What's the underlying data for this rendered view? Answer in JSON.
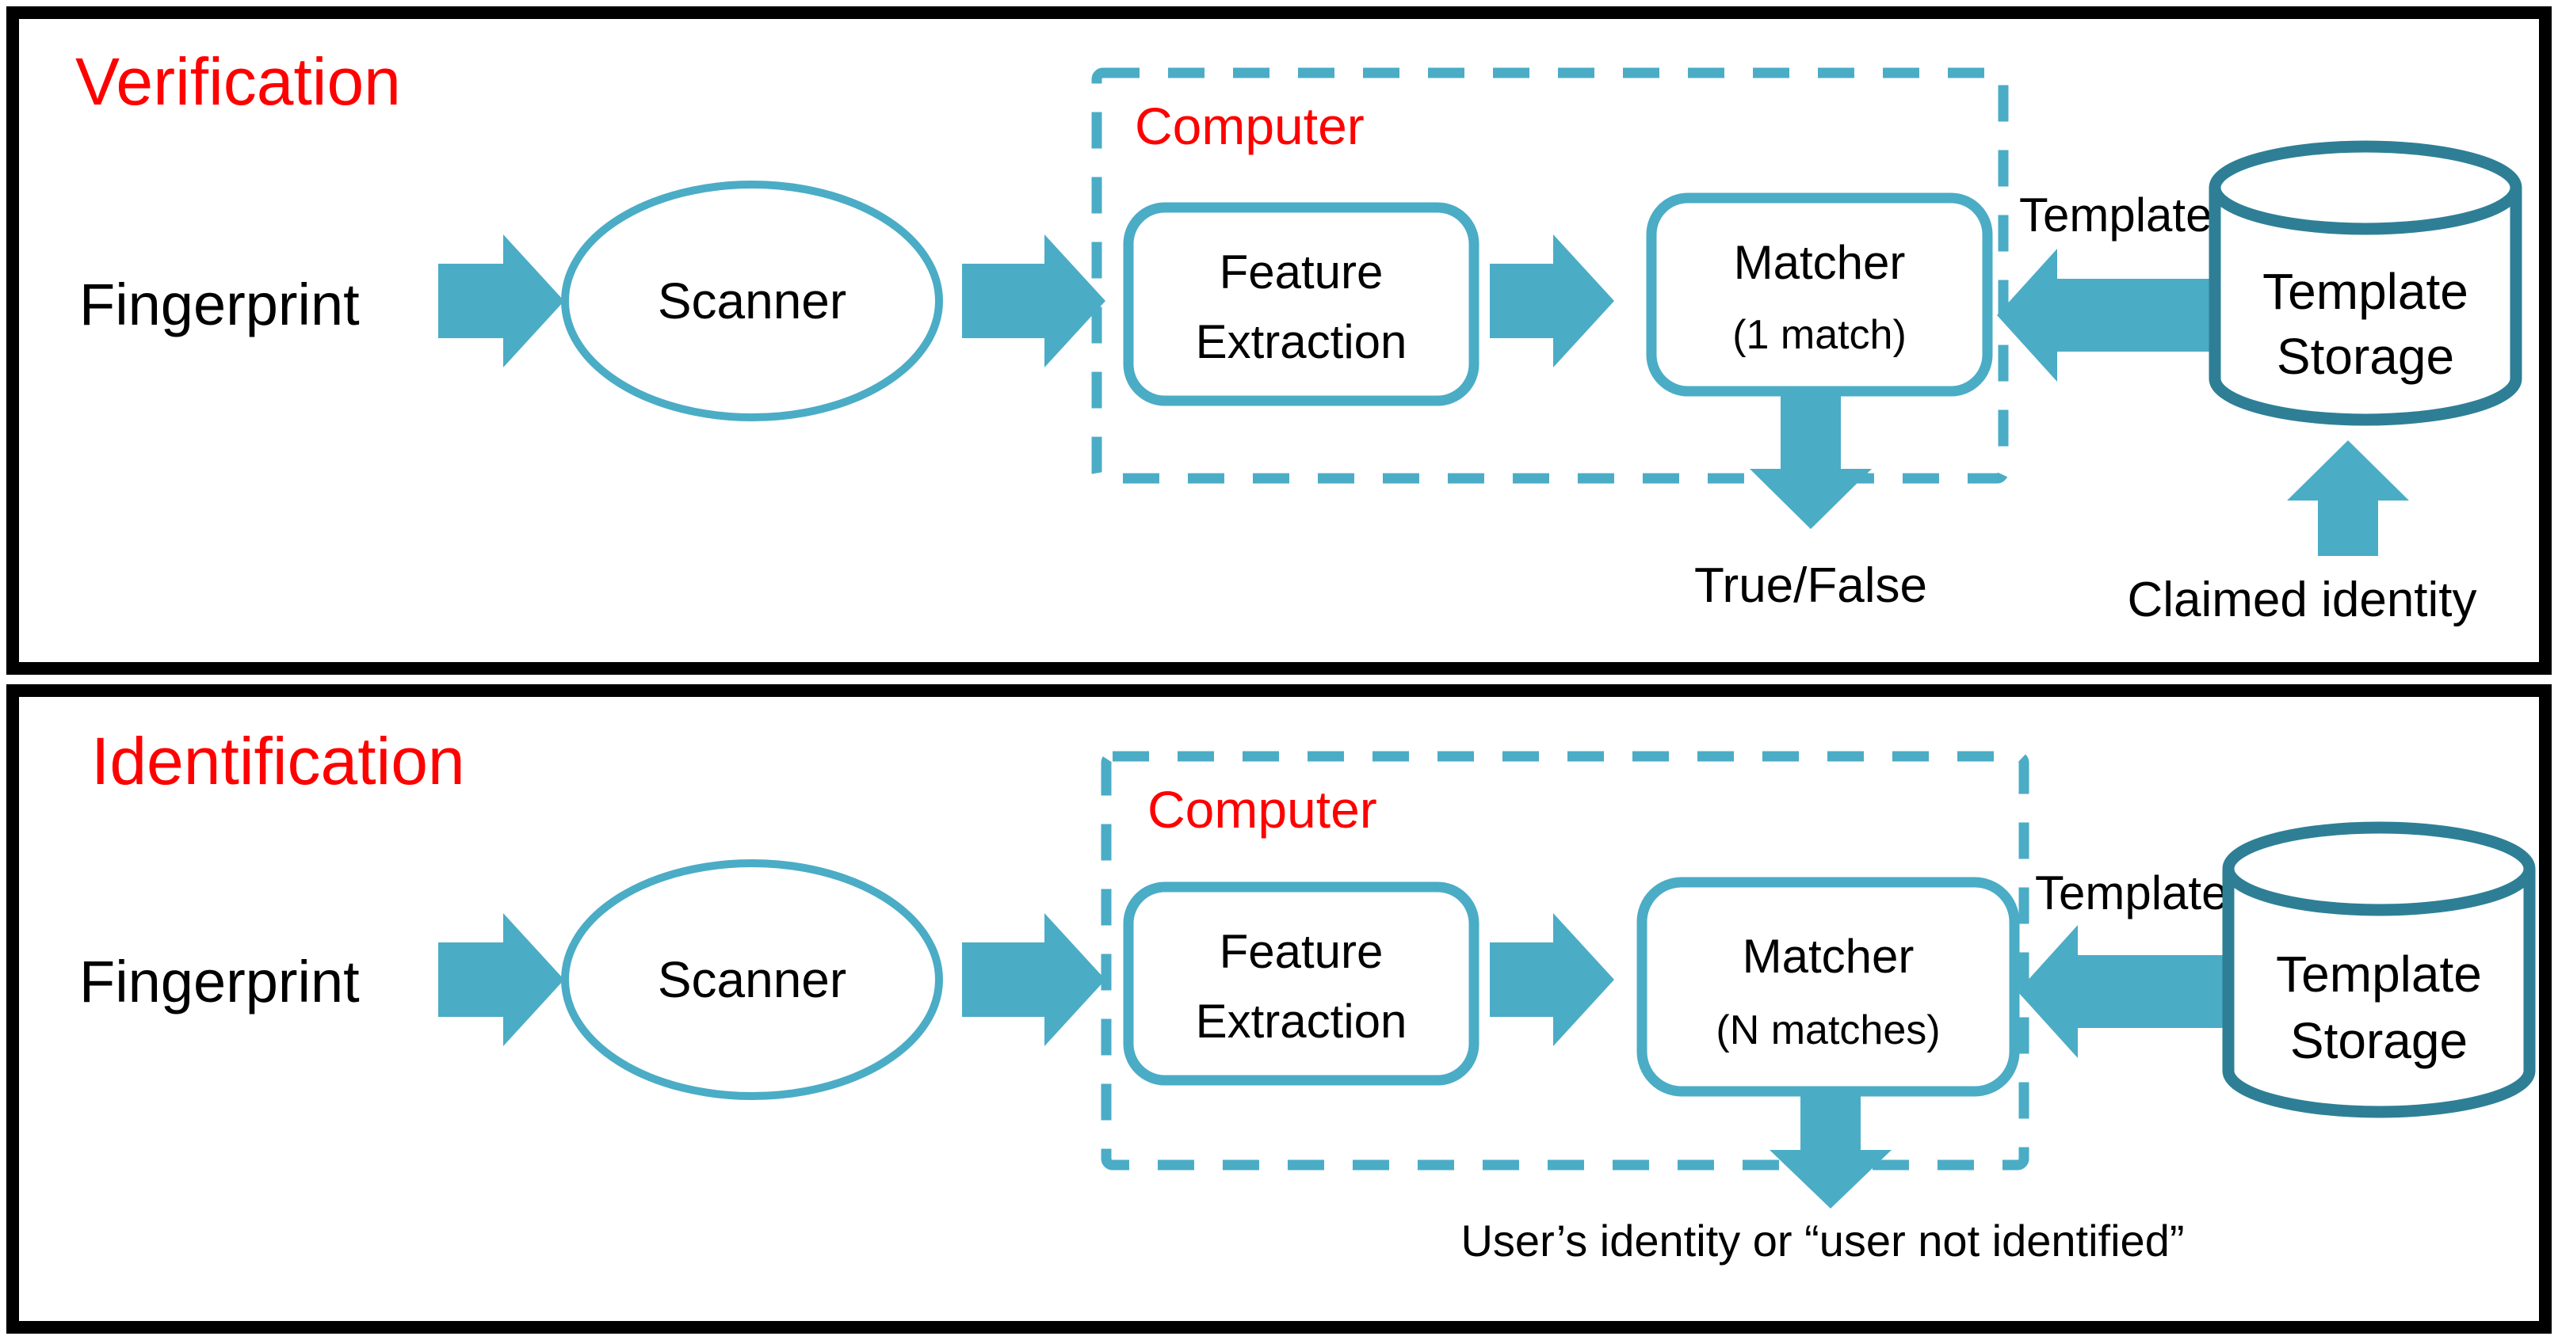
{
  "colors": {
    "accent_teal": "#4BACC6",
    "cylinder_teal_dark": "#2E7F96",
    "title_red": "#FF0000",
    "text_black": "#000000",
    "panel_border_black": "#000000",
    "background": "#ffffff"
  },
  "panels": [
    {
      "title": "Verification",
      "input_label": "Fingerprint",
      "scanner_label": "Scanner",
      "computer_label": "Computer",
      "feature_extraction": {
        "line1": "Feature",
        "line2": "Extraction"
      },
      "matcher": {
        "line1": "Matcher",
        "line2": "(1 match)"
      },
      "template_arrow_label": "Template",
      "template_storage": {
        "line1": "Template",
        "line2": "Storage"
      },
      "output_label": "True/False",
      "claimed_identity_label": "Claimed identity"
    },
    {
      "title": "Identification",
      "input_label": "Fingerprint",
      "scanner_label": "Scanner",
      "computer_label": "Computer",
      "feature_extraction": {
        "line1": "Feature",
        "line2": "Extraction"
      },
      "matcher": {
        "line1": "Matcher",
        "line2": "(N matches)"
      },
      "template_arrow_label": "Template",
      "template_storage": {
        "line1": "Template",
        "line2": "Storage"
      },
      "output_label": "User’s identity or “user not identified”"
    }
  ]
}
